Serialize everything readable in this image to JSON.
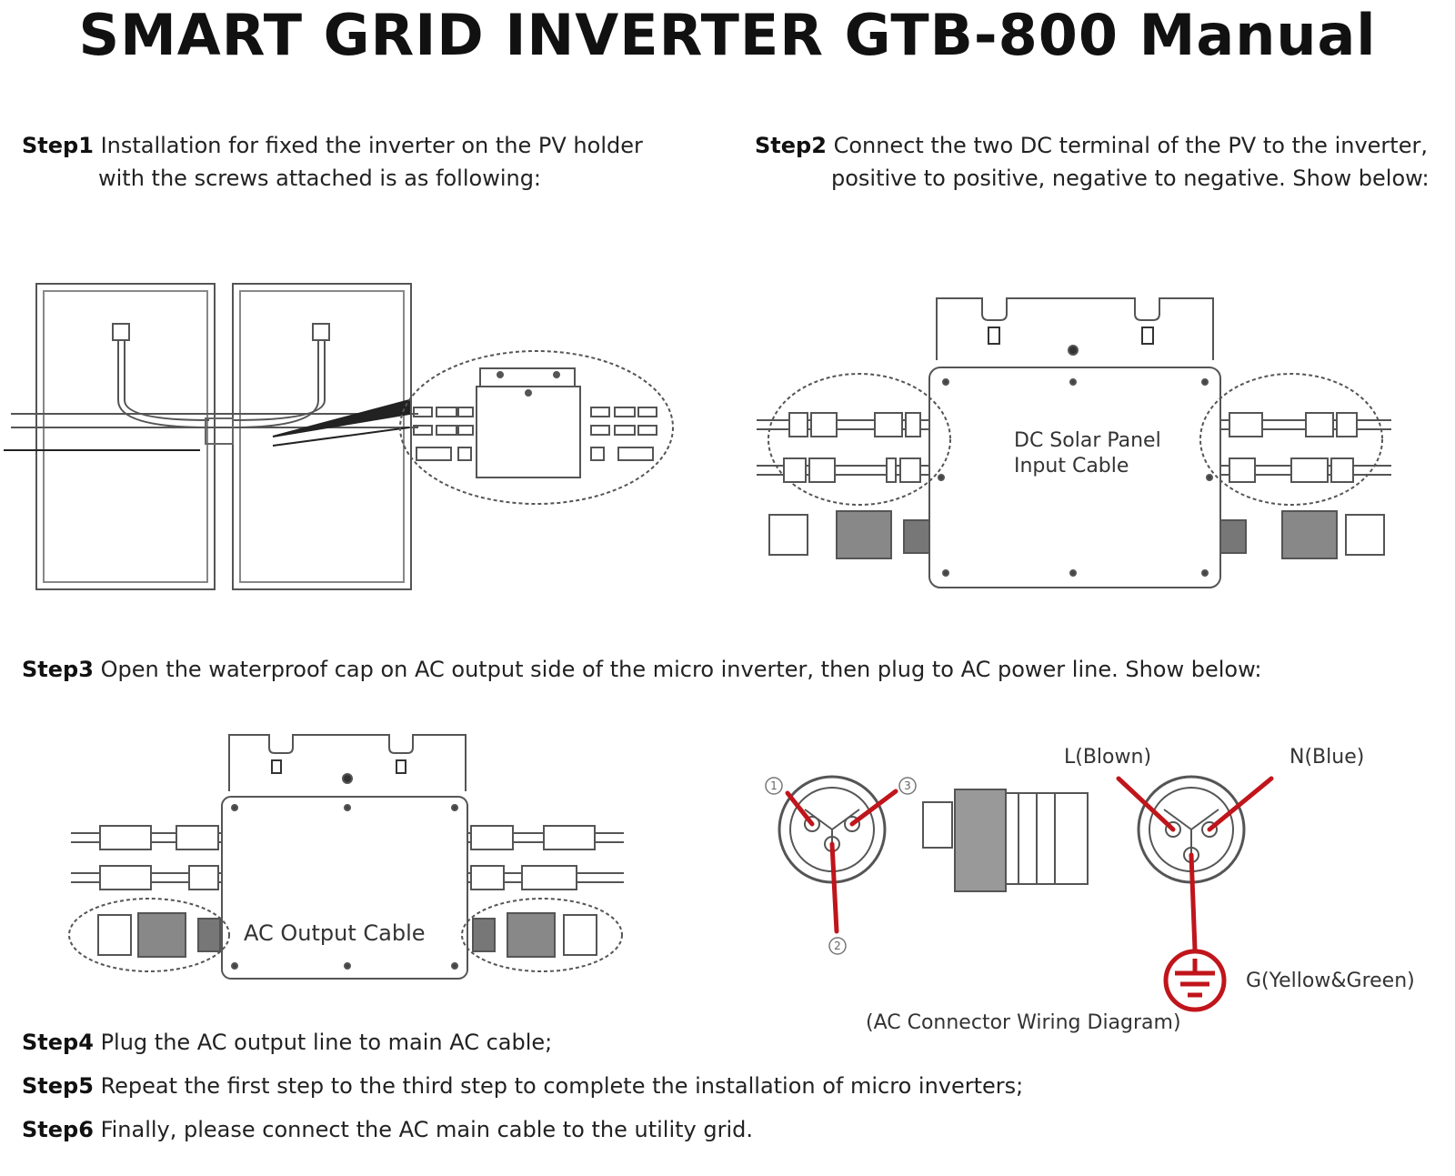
{
  "title": "SMART GRID INVERTER GTB-800 Manual",
  "steps": {
    "step1": {
      "tag": "Step1",
      "line1": "Installation for fixed the inverter on the PV holder",
      "line2": "with the screws attached is as following:"
    },
    "step2": {
      "tag": "Step2",
      "line1": "Connect the two DC terminal of the PV to the inverter,",
      "line2": "positive to positive, negative to negative. Show below:"
    },
    "step3": {
      "tag": "Step3",
      "text": "Open the waterproof cap on AC output side of the micro inverter, then plug to AC power line. Show below:"
    },
    "step4": {
      "tag": "Step4",
      "text": "Plug the AC output line to main AC cable;"
    },
    "step5": {
      "tag": "Step5",
      "text": "Repeat the first step to the third step to complete the installation of micro inverters;"
    },
    "step6": {
      "tag": "Step6",
      "text": "Finally, please connect the AC main cable to the utility grid."
    }
  },
  "labels": {
    "dc_input_line1": "DC Solar Panel",
    "dc_input_line2": "Input Cable",
    "ac_output": "AC Output Cable",
    "live": "L(Blown)",
    "neutral": "N(Blue)",
    "ground": "G(Yellow&Green)",
    "wiring_caption": "(AC Connector Wiring Diagram)",
    "pin1": "1",
    "pin2": "2",
    "pin3": "3"
  },
  "colors": {
    "accent": "#c0151b",
    "line": "#444444",
    "text": "#222222"
  }
}
